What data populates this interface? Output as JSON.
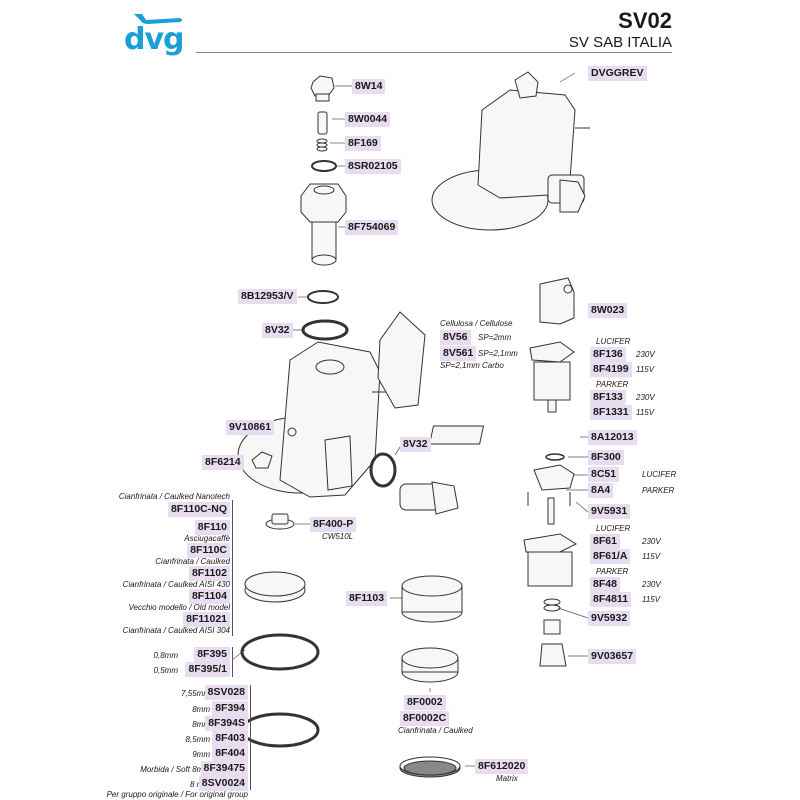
{
  "header": {
    "logo": "dvg",
    "model": "SV02",
    "subtitle": "SV SAB ITALIA"
  },
  "labels": {
    "p_8W14": "8W14",
    "p_8W0044": "8W0044",
    "p_8F169": "8F169",
    "p_8SR02105": "8SR02105",
    "p_8F754069": "8F754069",
    "p_DVGGREV": "DVGGREV",
    "p_8B12953V": "8B12953/V",
    "p_8V32a": "8V32",
    "p_8V56": "8V56",
    "p_8V561": "8V561",
    "p_9V10861": "9V10861",
    "p_8F6214": "8F6214",
    "p_8V32b": "8V32",
    "p_8W023": "8W023",
    "p_8F136": "8F136",
    "p_8F4199": "8F4199",
    "p_8F133": "8F133",
    "p_8F1331": "8F1331",
    "p_8A12013": "8A12013",
    "p_8F300": "8F300",
    "p_8C51": "8C51",
    "p_8A4": "8A4",
    "p_9V5931": "9V5931",
    "p_8F61": "8F61",
    "p_8F61A": "8F61/A",
    "p_8F48": "8F48",
    "p_8F4811": "8F4811",
    "p_9V5932": "9V5932",
    "p_9V03657": "9V03657",
    "p_8F110CNQ": "8F110C-NQ",
    "p_8F110": "8F110",
    "p_8F110C": "8F110C",
    "p_8F1102": "8F1102",
    "p_8F1104": "8F1104",
    "p_8F11021": "8F11021",
    "p_8F400P": "8F400-P",
    "p_8F1103": "8F1103",
    "p_8F395": "8F395",
    "p_8F3951": "8F395/1",
    "p_8SV028": "8SV028",
    "p_8F394": "8F394",
    "p_8F394S": "8F394S",
    "p_8F403": "8F403",
    "p_8F404": "8F404",
    "p_8F39475": "8F39475",
    "p_8SV0024": "8SV0024",
    "p_8F0002": "8F0002",
    "p_8F0002C": "8F0002C",
    "p_8F612020": "8F612020"
  },
  "notes": {
    "cellulosa": "Cellulosa / Cellulose",
    "sp2": "SP=2mm",
    "sp21": "SP=2,1mm",
    "sp21carbo": "SP=2,1mm  Carbo",
    "lucifer1": "LUCIFER",
    "v230a": "230V",
    "v115a": "115V",
    "parker1": "PARKER",
    "v230b": "230V",
    "v115b": "115V",
    "lucifer2": "LUCIFER",
    "parker2": "PARKER",
    "lucifer3": "LUCIFER",
    "v230c": "230V",
    "v115c": "115V",
    "parker3": "PARKER",
    "v230d": "230V",
    "v115d": "115V",
    "caulked_nanotech": "Cianfrinata / Caulked Nanotech",
    "asciugacaffe": "Asciugacaffè",
    "caulked": "Cianfrinata / Caulked",
    "caulked430": "Cianfrinata / Caulked AISI 430",
    "old_model": "Vecchio modello / Old model",
    "caulked304": "Cianfrinata / Caulked AISI 304",
    "cw510l": "CW510L",
    "mm08": "0,8mm",
    "mm05": "0,5mm",
    "mm755": "7,55mm",
    "mm8a": "8mm",
    "mm8b": "8mm",
    "mm85": "8,5mm",
    "mm9": "9mm",
    "soft8": "Morbida / Soft 8mm",
    "mm8c": "8 mm",
    "orig_group": "Per gruppo originale / For original group",
    "caulked2": "Cianfrinata / Caulked",
    "matrix": "Matrix"
  },
  "colors": {
    "label_bg": "#e8dcf0",
    "logo": "#1aa0d6",
    "line": "#333333"
  }
}
